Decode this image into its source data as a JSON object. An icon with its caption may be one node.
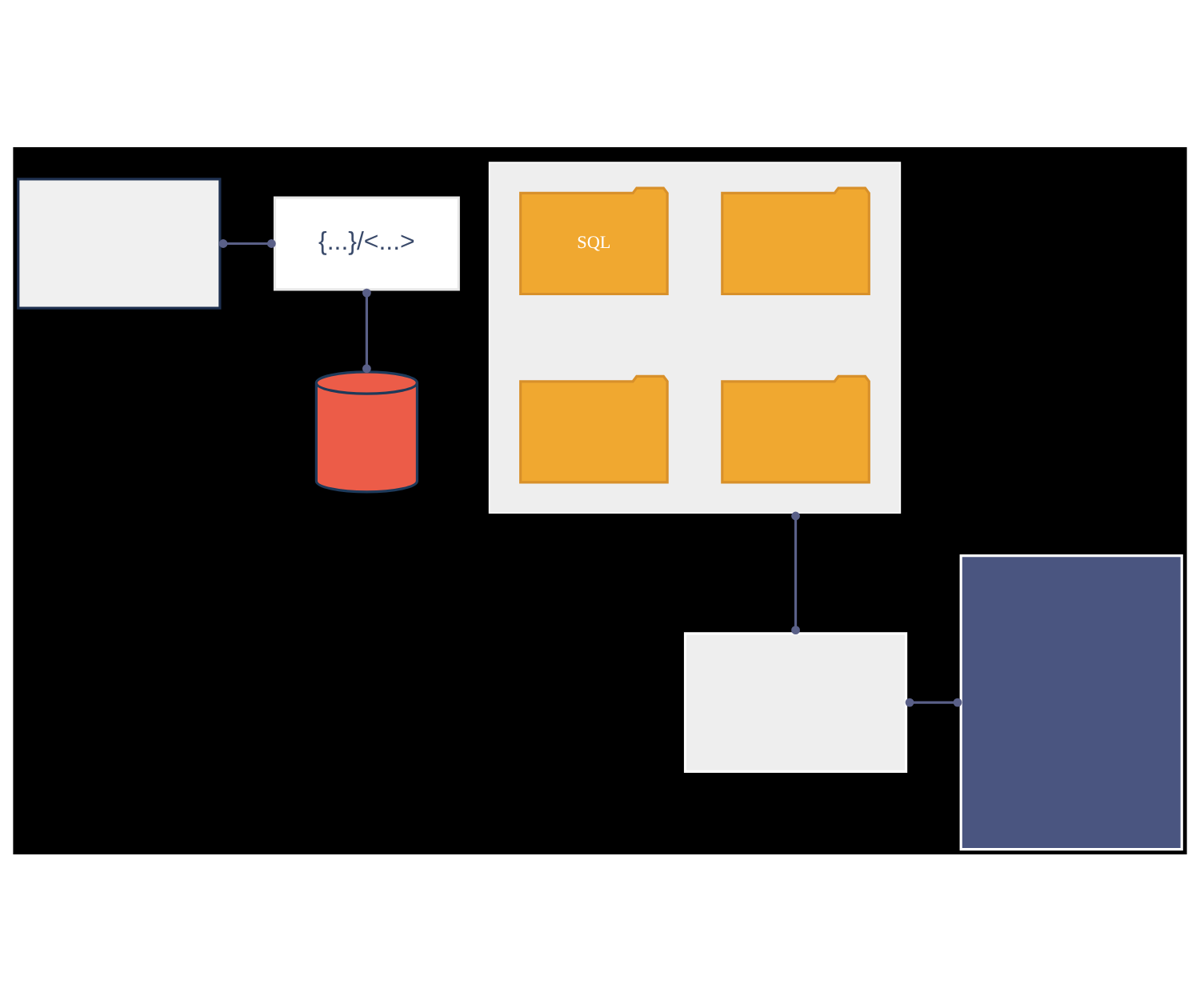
{
  "diagram": {
    "nodes": [
      {
        "text": [],
        "shape": "box"
      },
      {
        "text": [
          "{...}/<...>"
        ]
      },
      {
        "text": [],
        "shape": "cylinder"
      },
      {
        "text": [],
        "shape": "box"
      },
      {
        "text": [],
        "shape": "folder",
        "in": 3
      },
      {
        "text": [
          "SQL"
        ],
        "in": 3
      },
      {
        "text": [],
        "shape": "folder",
        "in": 3
      },
      {
        "text": [],
        "shape": "folder",
        "in": 3
      },
      {
        "text": [],
        "shape": "box"
      },
      {
        "text": [],
        "shape": "box"
      }
    ],
    "edges": [
      {
        "from": 0,
        "to": 1,
        "arrow": "other"
      },
      {
        "from": 1,
        "to": 2,
        "arrow": "other"
      },
      {
        "from": 3,
        "to": 8,
        "arrow": "other"
      },
      {
        "from": 8,
        "to": 9,
        "arrow": "other"
      }
    ]
  }
}
